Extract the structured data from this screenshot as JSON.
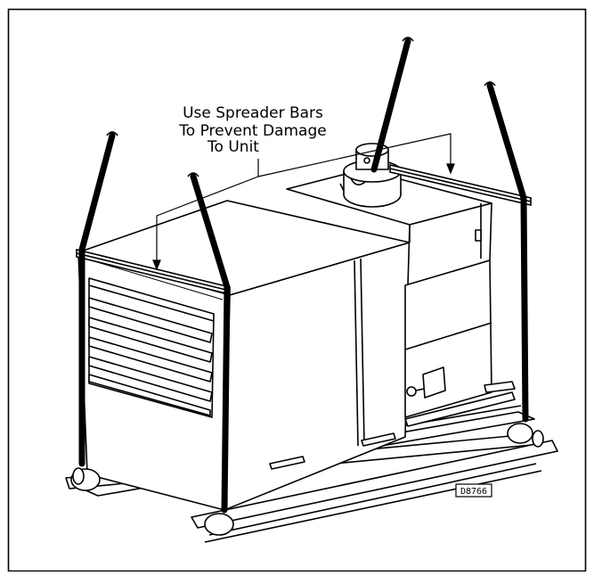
{
  "figure": {
    "callout": {
      "lines": [
        "Use Spreader Bars",
        "To Prevent Damage",
        "To Unit"
      ]
    },
    "drawing_id": "D8766"
  }
}
